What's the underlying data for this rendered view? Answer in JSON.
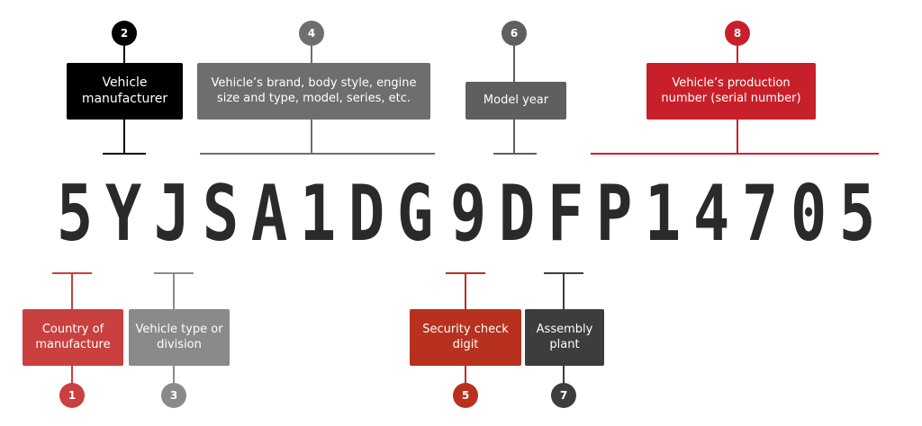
{
  "vin": [
    "5",
    "Y",
    "J",
    "S",
    "A",
    "1",
    "D",
    "G",
    "9",
    "D",
    "F",
    "P",
    "1",
    "4",
    "7",
    "0",
    "5"
  ],
  "callouts_top": [
    {
      "number": "2",
      "label": "Vehicle manufacturer",
      "color": "#000000"
    },
    {
      "number": "4",
      "label": "Vehicle’s brand, body style, engine size and type, model, series, etc.",
      "color": "#6e6e6e"
    },
    {
      "number": "6",
      "label": "Model year",
      "color": "#5f5f5f"
    },
    {
      "number": "8",
      "label": "Vehicle’s production number (serial number)",
      "color": "#c8202a"
    }
  ],
  "callouts_bottom": [
    {
      "number": "1",
      "label": "Country of manufacture",
      "color": "#c9403f"
    },
    {
      "number": "3",
      "label": "Vehicle type or division",
      "color": "#8a8a8a"
    },
    {
      "number": "5",
      "label": "Security check digit",
      "color": "#b8311e"
    },
    {
      "number": "7",
      "label": "Assembly plant",
      "color": "#3d3d3d"
    }
  ]
}
